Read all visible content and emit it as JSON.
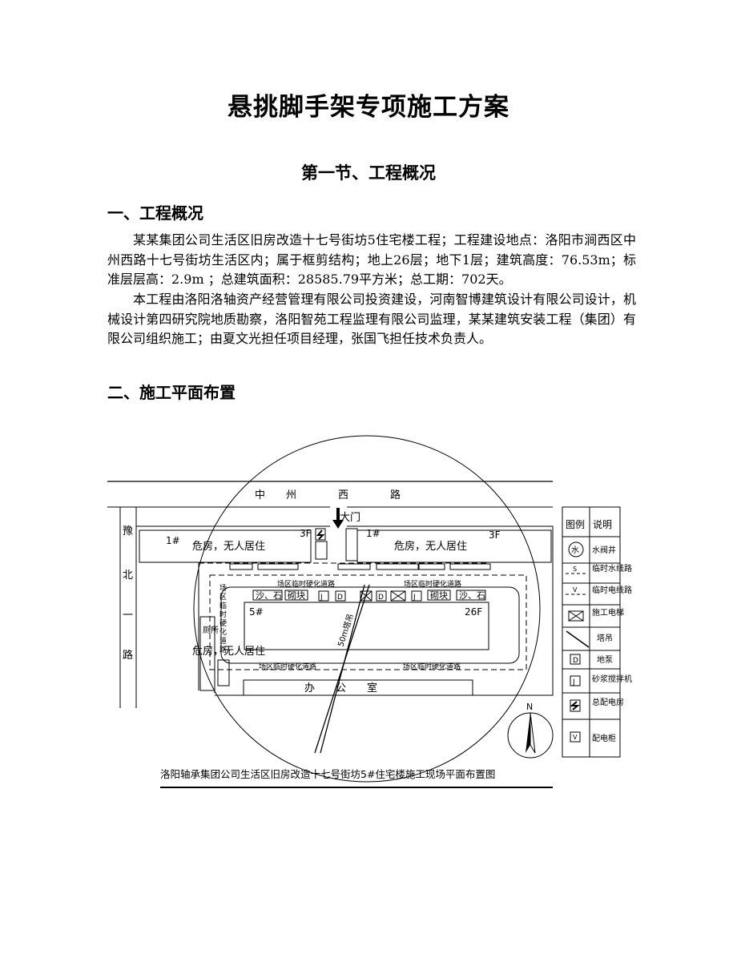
{
  "doc": {
    "title": "悬挑脚手架专项施工方案",
    "section": "第一节、工程概况",
    "h1": "一、工程概况",
    "p1": "某某集团公司生活区旧房改造十七号街坊5住宅楼工程；工程建设地点：洛阳市涧西区中州西路十七号街坊生活区内；属于框剪结构；地上26层；地下1层；建筑高度：76.53m；标准层层高：2.9m ；总建筑面积：28585.79平方米；总工期：702天。",
    "p2": "本工程由洛阳洛轴资产经营管理有限公司投资建设，河南智博建筑设计有限公司设计，机械设计第四研究院地质勘察，洛阳智苑工程监理有限公司监理，某某建筑安装工程（集团）有限公司组织施工；由夏文光担任项目经理，张国飞担任技术负责人。",
    "h2": "二、施工平面布置"
  },
  "plan": {
    "road_top": "中　　州　　　　西　　　　路",
    "road_left": [
      "豫",
      "北",
      "一",
      "路"
    ],
    "gate": "大门",
    "bldg_left_no": "1#",
    "bldg_left_floors": "3F",
    "bldg_right_no": "1#",
    "bldg_right_floors": "3F",
    "danger_text": "危房，无人居住",
    "danger_text_left": "危房，无人居住",
    "bldg_main_no": "5#",
    "bldg_main_floors": "26F",
    "road_temp": "场区临时硬化道路",
    "road_temp_vertical": [
      "场",
      "区",
      "临",
      "时",
      "硬",
      "化",
      "道",
      "路"
    ],
    "office": "办　　公　　室",
    "toilet": "厕所",
    "sand": "沙、石",
    "brick": "砌块",
    "crane_radius": "50m塔吊",
    "north": "N",
    "caption": "洛阳轴承集团公司生活区旧房改造十七号街坊5#住宅楼施工现场平面布置图",
    "legend_head_1": "图例",
    "legend_head_2": "说明",
    "legend": [
      "水阀井",
      "临时水线路",
      "临时电线路",
      "施工电梯",
      "塔吊",
      "地泵",
      "砂浆搅拌机",
      "总配电房",
      "配电柜"
    ],
    "legend_symbols": {
      "water": "水",
      "pump": "D",
      "mixer": "J",
      "cabinet": "V",
      "water_line": "S",
      "power_line": "V"
    }
  }
}
